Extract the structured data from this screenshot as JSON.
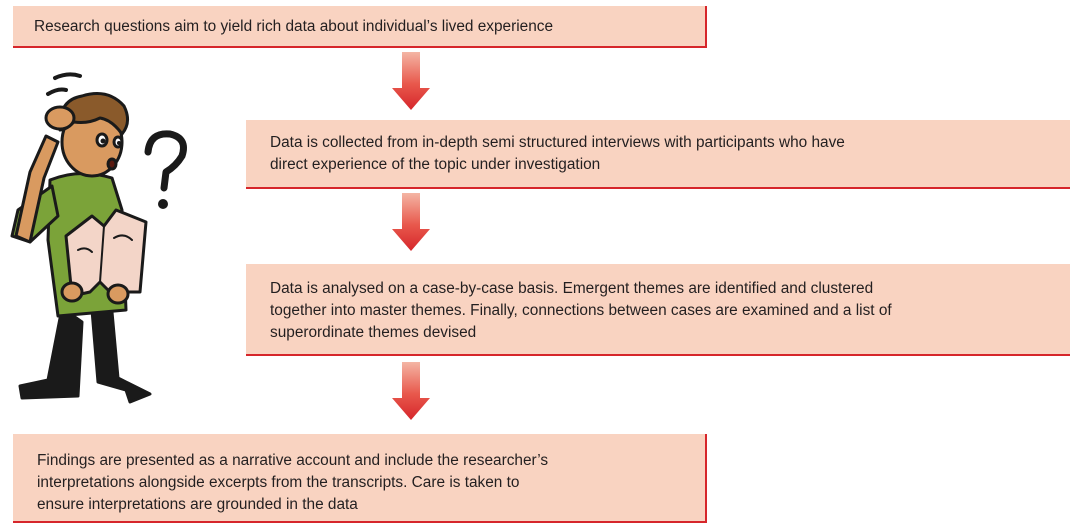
{
  "steps": [
    {
      "lines": [
        "Research questions aim to yield rich data about individual’s lived experience"
      ]
    },
    {
      "lines": [
        "Data is collected from in-depth semi structured interviews with participants who have",
        "direct experience of the topic under investigation"
      ]
    },
    {
      "lines": [
        "Data is analysed on a case-by-case basis. Emergent themes are identified and clustered",
        "together into master themes. Finally, connections between cases are examined and a list of",
        "superordinate themes devised"
      ]
    },
    {
      "lines": [
        "Findings are presented as a narrative account and include the researcher’s",
        "interpretations alongside excerpts from the transcripts. Care is taken to",
        "ensure interpretations are grounded in the data"
      ]
    }
  ],
  "colors": {
    "box_fill": "#f9d3c1",
    "accent": "#d6262b",
    "arrow_light": "#f0a898"
  },
  "illustration": {
    "icon": "confused-person-reading-icon"
  }
}
